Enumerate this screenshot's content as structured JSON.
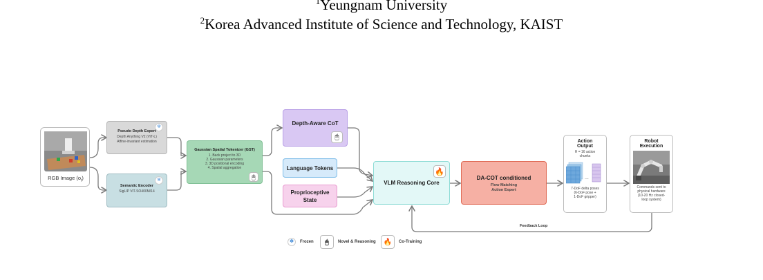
{
  "affiliations": {
    "line1_sup": "1",
    "line1": "Yeungnam University",
    "line2_sup": "2",
    "line2": "Korea Advanced Institute of Science and Technology, KAIST"
  },
  "rgb": {
    "label": "RGB Image (o",
    "sub": "t",
    "tail": ")"
  },
  "depth": {
    "title": "Pseudo Depth Expert",
    "line1": "Depth Anything V2 (ViT-L)",
    "line2": "Affine-invariant estimation"
  },
  "semantic": {
    "title": "Semantic Encoder",
    "line1": "SigLIP ViT-SO400M/14"
  },
  "gst": {
    "title": "Gaussian Spatial Tokenizer (GST)",
    "steps": [
      "1. Back project to 3D",
      "2. Gaussian parameters",
      "3. 3D positional encoding",
      "4. Spatial aggregation"
    ]
  },
  "cot": {
    "title": "Depth-Aware CoT"
  },
  "lang": {
    "title": "Language Tokens"
  },
  "proprio": {
    "title": "Proprioceptive",
    "title2": "State"
  },
  "vlm": {
    "title": "VLM Reasoning Core"
  },
  "dacot": {
    "title": "DA-COT conditioned",
    "line1": "Flow Matching",
    "line2": "Action Expert"
  },
  "action": {
    "title": "Action",
    "title2": "Output",
    "chunks": "H = 16 action",
    "chunks2": "chunks",
    "ellipsis": "...",
    "poses": "7-DoF delta poses",
    "poses2": "(6-DoF pose +",
    "poses3": "1-DoF gripper)"
  },
  "robot": {
    "title": "Robot",
    "title2": "Execution",
    "desc1": "Commands sent to",
    "desc2": "physical hardware",
    "desc3": "(10-20 Hz closed-",
    "desc4": "loop system)"
  },
  "feedback": {
    "label": "Feedback Loop"
  },
  "legend": {
    "frozen": "Frozen",
    "novel": "Novel & Reasoning",
    "cotrain": "Co-Training"
  },
  "colors": {
    "depth_fill": "#d9d9d9",
    "semantic_fill": "#c8dfe3",
    "gst_fill": "#a6d8b6",
    "cot_fill": "#d9c8f3",
    "lang_fill": "#d6eafa",
    "proprio_fill": "#f7d2ec",
    "vlm_fill": "#e3f8f7",
    "dacot_fill": "#f6b0a4",
    "line": "#7a7a7a"
  }
}
